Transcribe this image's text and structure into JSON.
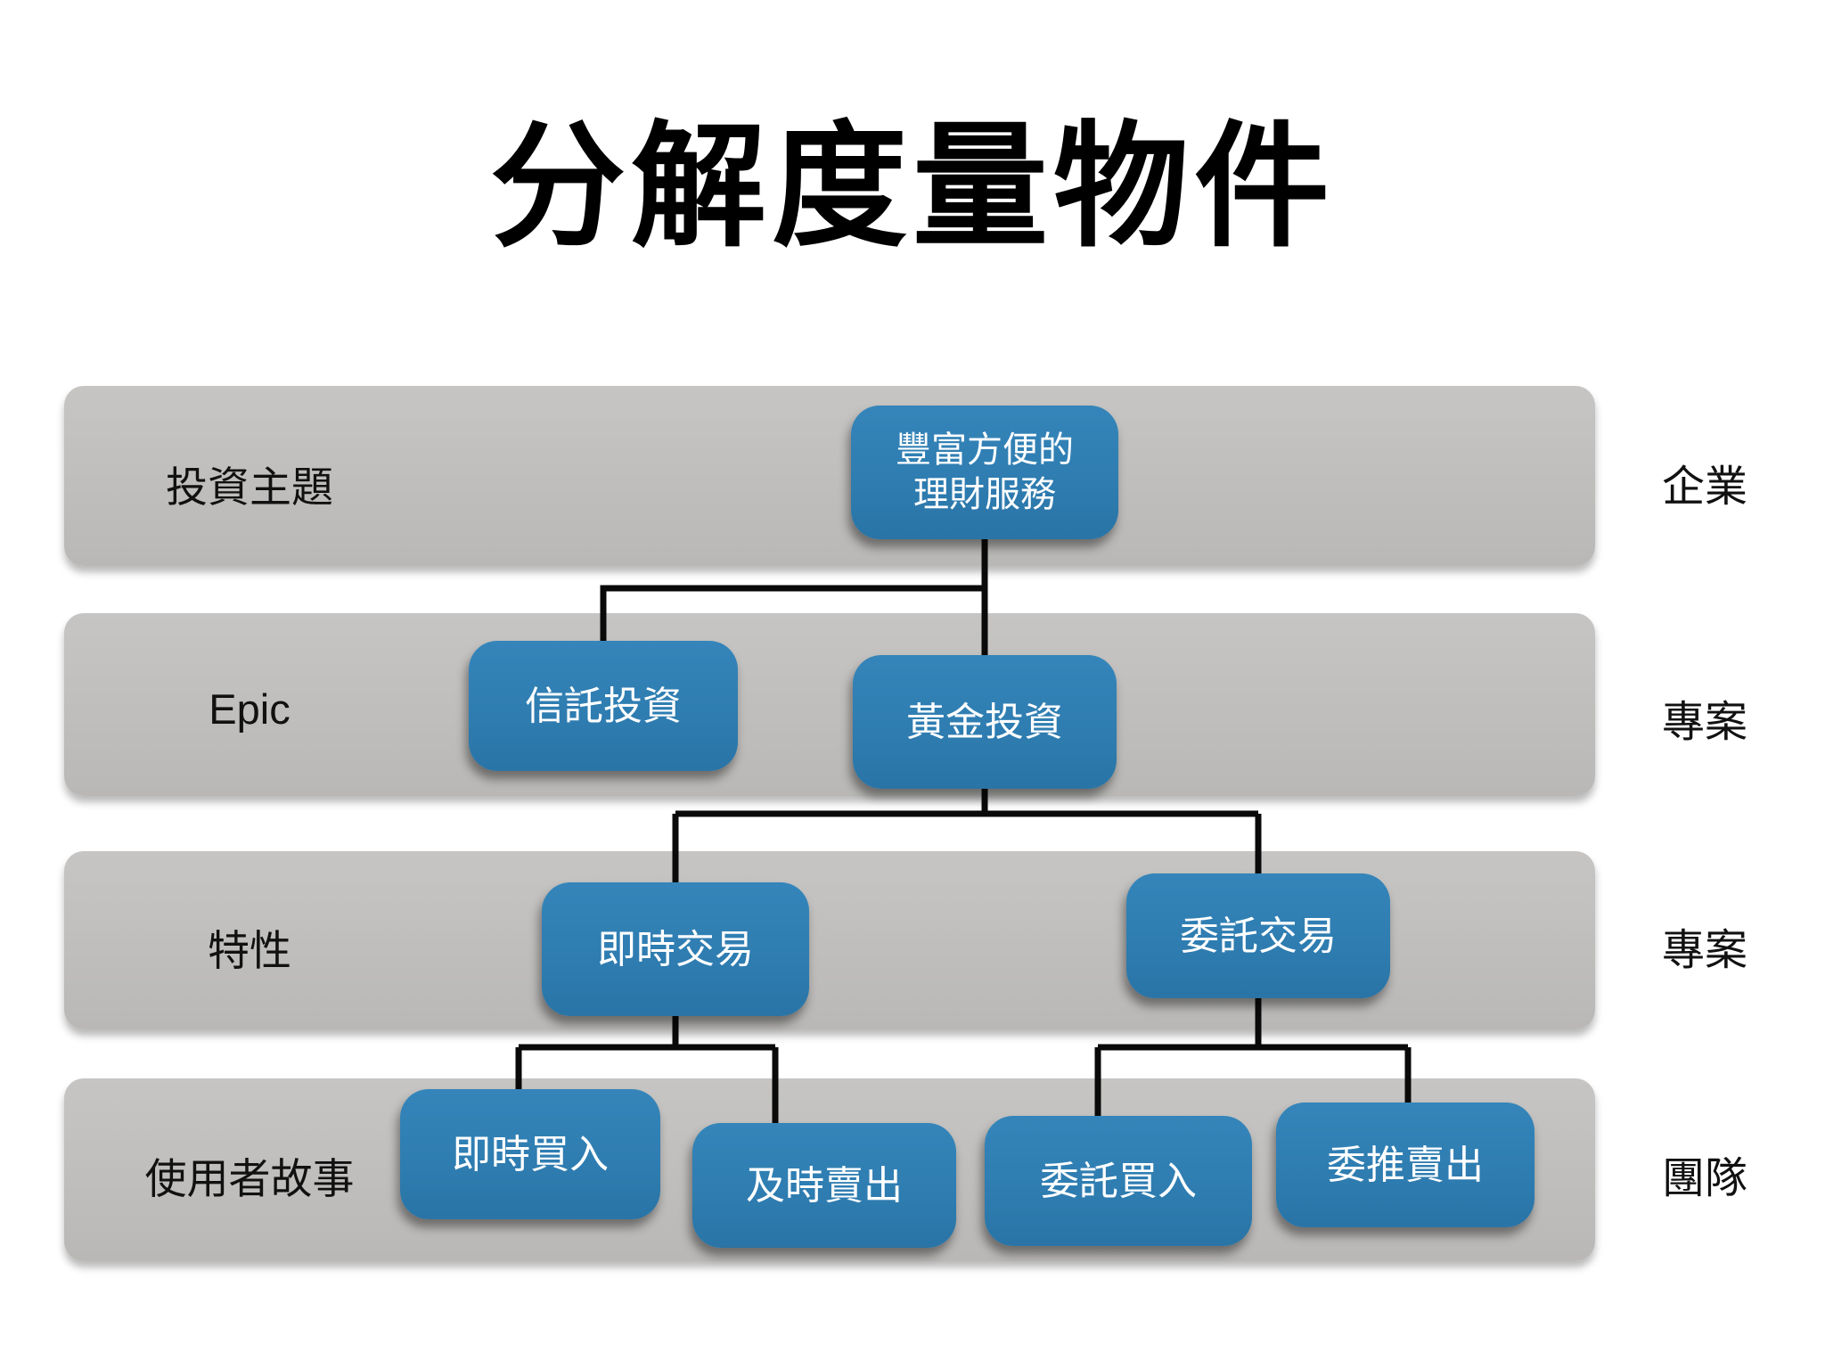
{
  "title": "分解度量物件",
  "rows": [
    {
      "left_label": "投資主題",
      "right_label": "企業"
    },
    {
      "left_label": "Epic",
      "right_label": "專案"
    },
    {
      "left_label": "特性",
      "right_label": "專案"
    },
    {
      "left_label": "使用者故事",
      "right_label": "團隊"
    }
  ],
  "nodes": {
    "theme": {
      "label": "豐富方便的\n理財服務"
    },
    "epic_trust": {
      "label": "信託投資"
    },
    "epic_gold": {
      "label": "黃金投資"
    },
    "feature_instant": {
      "label": "即時交易"
    },
    "feature_delegate": {
      "label": "委託交易"
    },
    "story_instant_buy": {
      "label": "即時買入"
    },
    "story_instant_sell": {
      "label": "及時賣出"
    },
    "story_delegate_buy": {
      "label": "委託買入"
    },
    "story_delegate_sell": {
      "label": "委推賣出"
    }
  },
  "colors": {
    "node_blue": "#2e7cb0",
    "band_gray": "#bfbebc",
    "connector": "#0a0a0a",
    "text_on_node": "#ffffff"
  }
}
